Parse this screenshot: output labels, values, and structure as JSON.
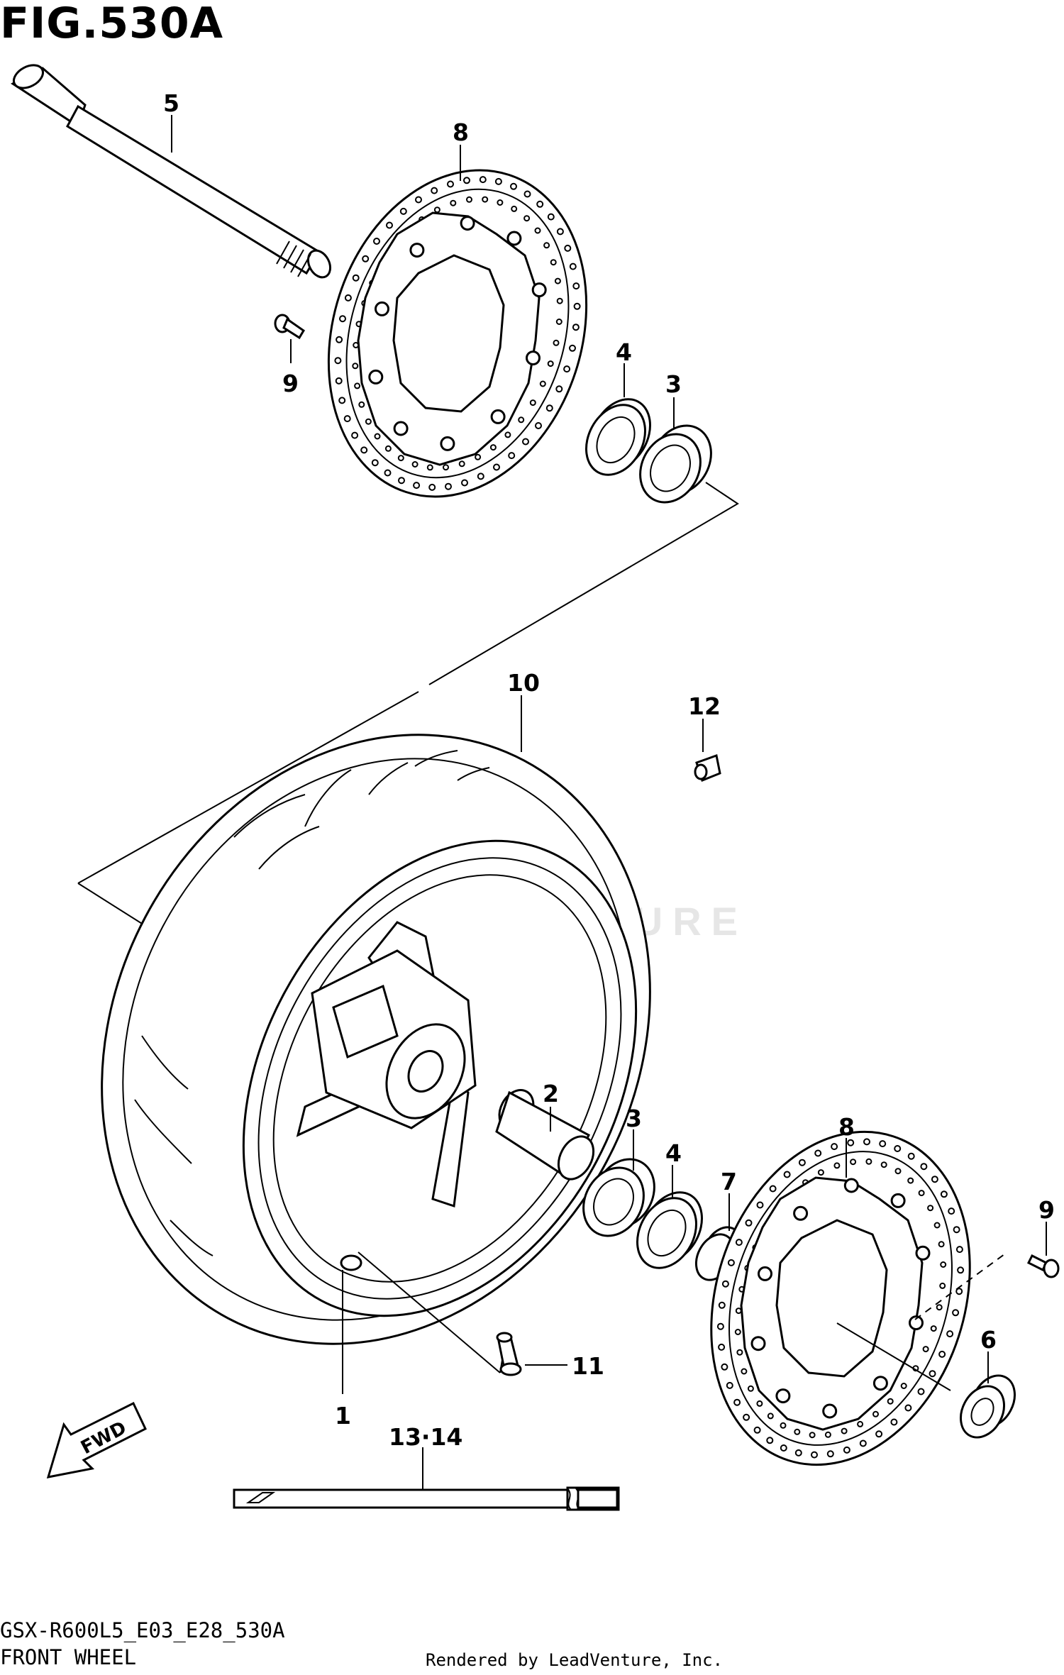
{
  "figure": {
    "title": "FIG.530A",
    "model_code": "GSX-R600L5_E03_E28_530A",
    "name": "FRONT WHEEL",
    "rendered_by": "Rendered by LeadVenture, Inc.",
    "watermark": "LEADVENTURE",
    "direction_label": "FWD"
  },
  "callouts": [
    {
      "id": "c5",
      "text": "5"
    },
    {
      "id": "c8a",
      "text": "8"
    },
    {
      "id": "c9a",
      "text": "9"
    },
    {
      "id": "c4a",
      "text": "4"
    },
    {
      "id": "c3a",
      "text": "3"
    },
    {
      "id": "c10",
      "text": "10"
    },
    {
      "id": "c12",
      "text": "12"
    },
    {
      "id": "c2",
      "text": "2"
    },
    {
      "id": "c3b",
      "text": "3"
    },
    {
      "id": "c4b",
      "text": "4"
    },
    {
      "id": "c7",
      "text": "7"
    },
    {
      "id": "c8b",
      "text": "8"
    },
    {
      "id": "c9b",
      "text": "9"
    },
    {
      "id": "c6",
      "text": "6"
    },
    {
      "id": "c11",
      "text": "11"
    },
    {
      "id": "c1",
      "text": "1"
    },
    {
      "id": "c1314",
      "text": "13·14"
    }
  ],
  "icons": {
    "direction_arrow": "fwd-arrow-icon"
  }
}
